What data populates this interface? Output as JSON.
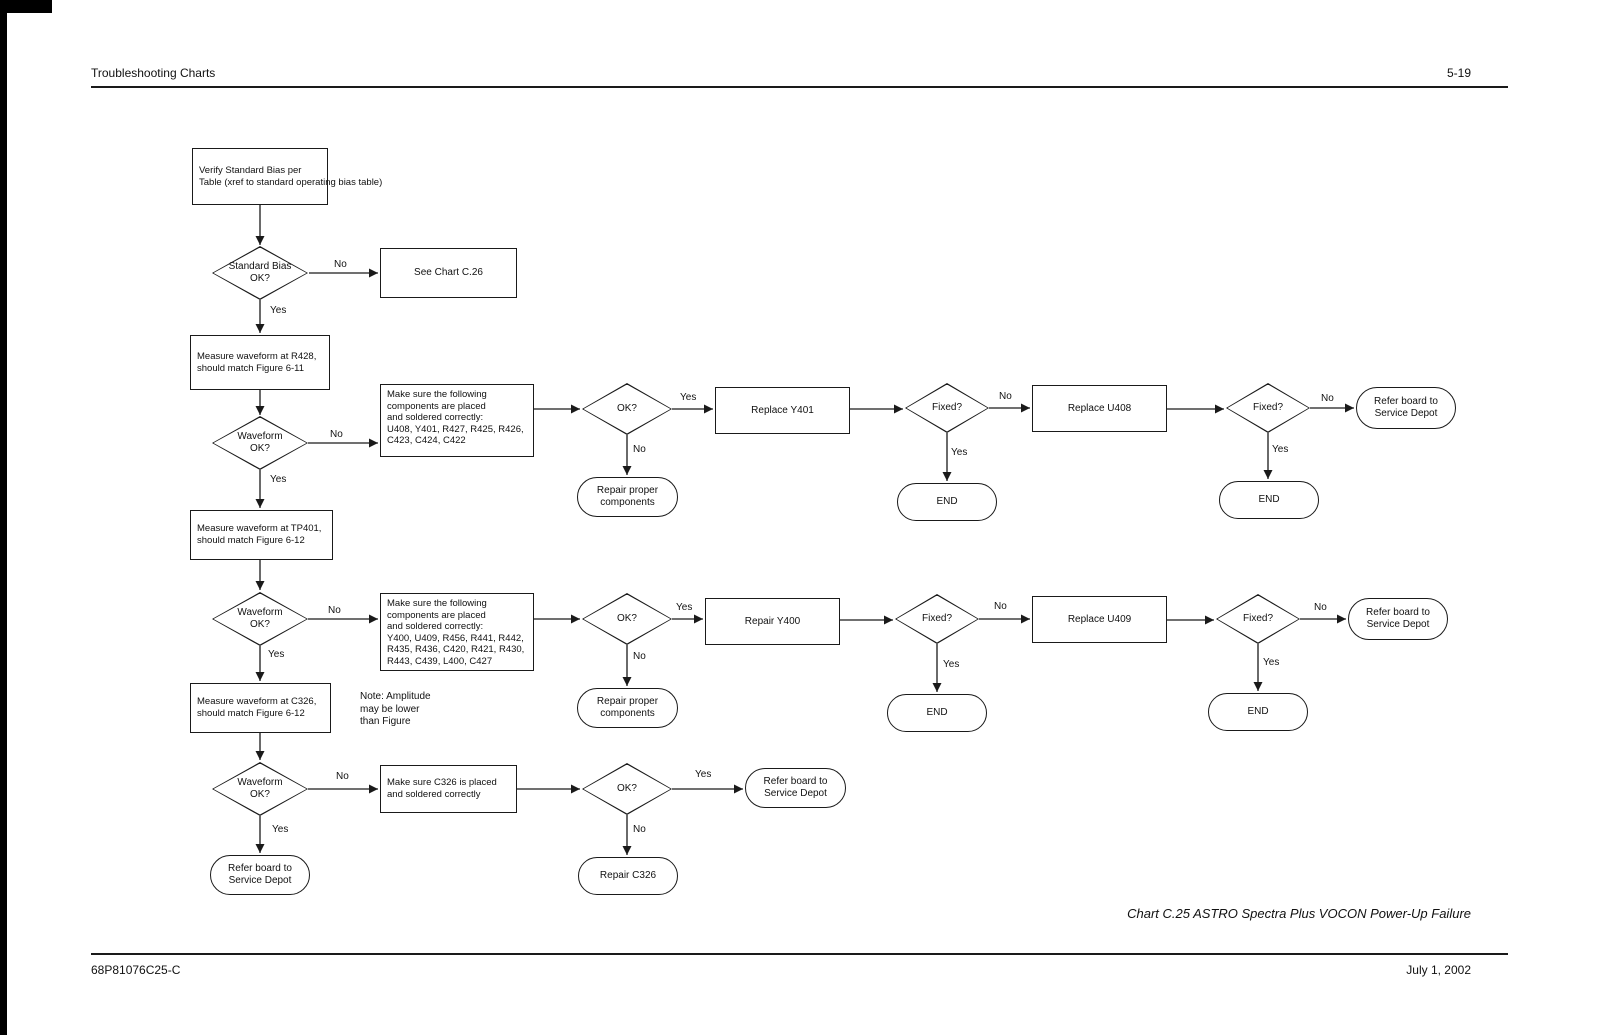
{
  "page": {
    "header_left": "Troubleshooting Charts",
    "header_right": "5-19",
    "footer_left": "68P81076C25-C",
    "footer_right": "July 1, 2002",
    "caption": "Chart C.25 ASTRO Spectra Plus VOCON Power-Up Failure"
  },
  "labels": {
    "yes": "Yes",
    "no": "No"
  },
  "nodes": {
    "verify_bias": "Verify Standard Bias per\nTable (xref to standard operating bias table)",
    "std_bias_ok": "Standard Bias\nOK?",
    "see_chart": "See Chart C.26",
    "measure_r428": "Measure waveform at R428,\nshould match Figure 6-11",
    "waveform_ok": "Waveform\nOK?",
    "components_1": "Make sure the following\ncomponents are placed\nand soldered correctly:\nU408, Y401, R427, R425, R426,\nC423, C424, C422",
    "ok": "OK?",
    "fixed": "Fixed?",
    "replace_y401": "Replace Y401",
    "replace_u408": "Replace U408",
    "refer_depot": "Refer board to\nService Depot",
    "repair_proper": "Repair proper\ncomponents",
    "end": "END",
    "measure_tp401": "Measure waveform at TP401,\nshould match Figure 6-12",
    "components_2": "Make sure the following\ncomponents are placed\nand soldered correctly:\nY400, U409, R456, R441, R442,\nR435, R436, C420, R421, R430,\nR443, C439, L400, C427",
    "repair_y400": "Repair Y400",
    "replace_u409": "Replace U409",
    "measure_c326": "Measure waveform at C326,\nshould match Figure 6-12",
    "note": "Note: Amplitude\nmay be lower\nthan Figure",
    "c326_placed": "Make sure C326 is placed\nand soldered correctly",
    "repair_c326": "Repair C326"
  }
}
